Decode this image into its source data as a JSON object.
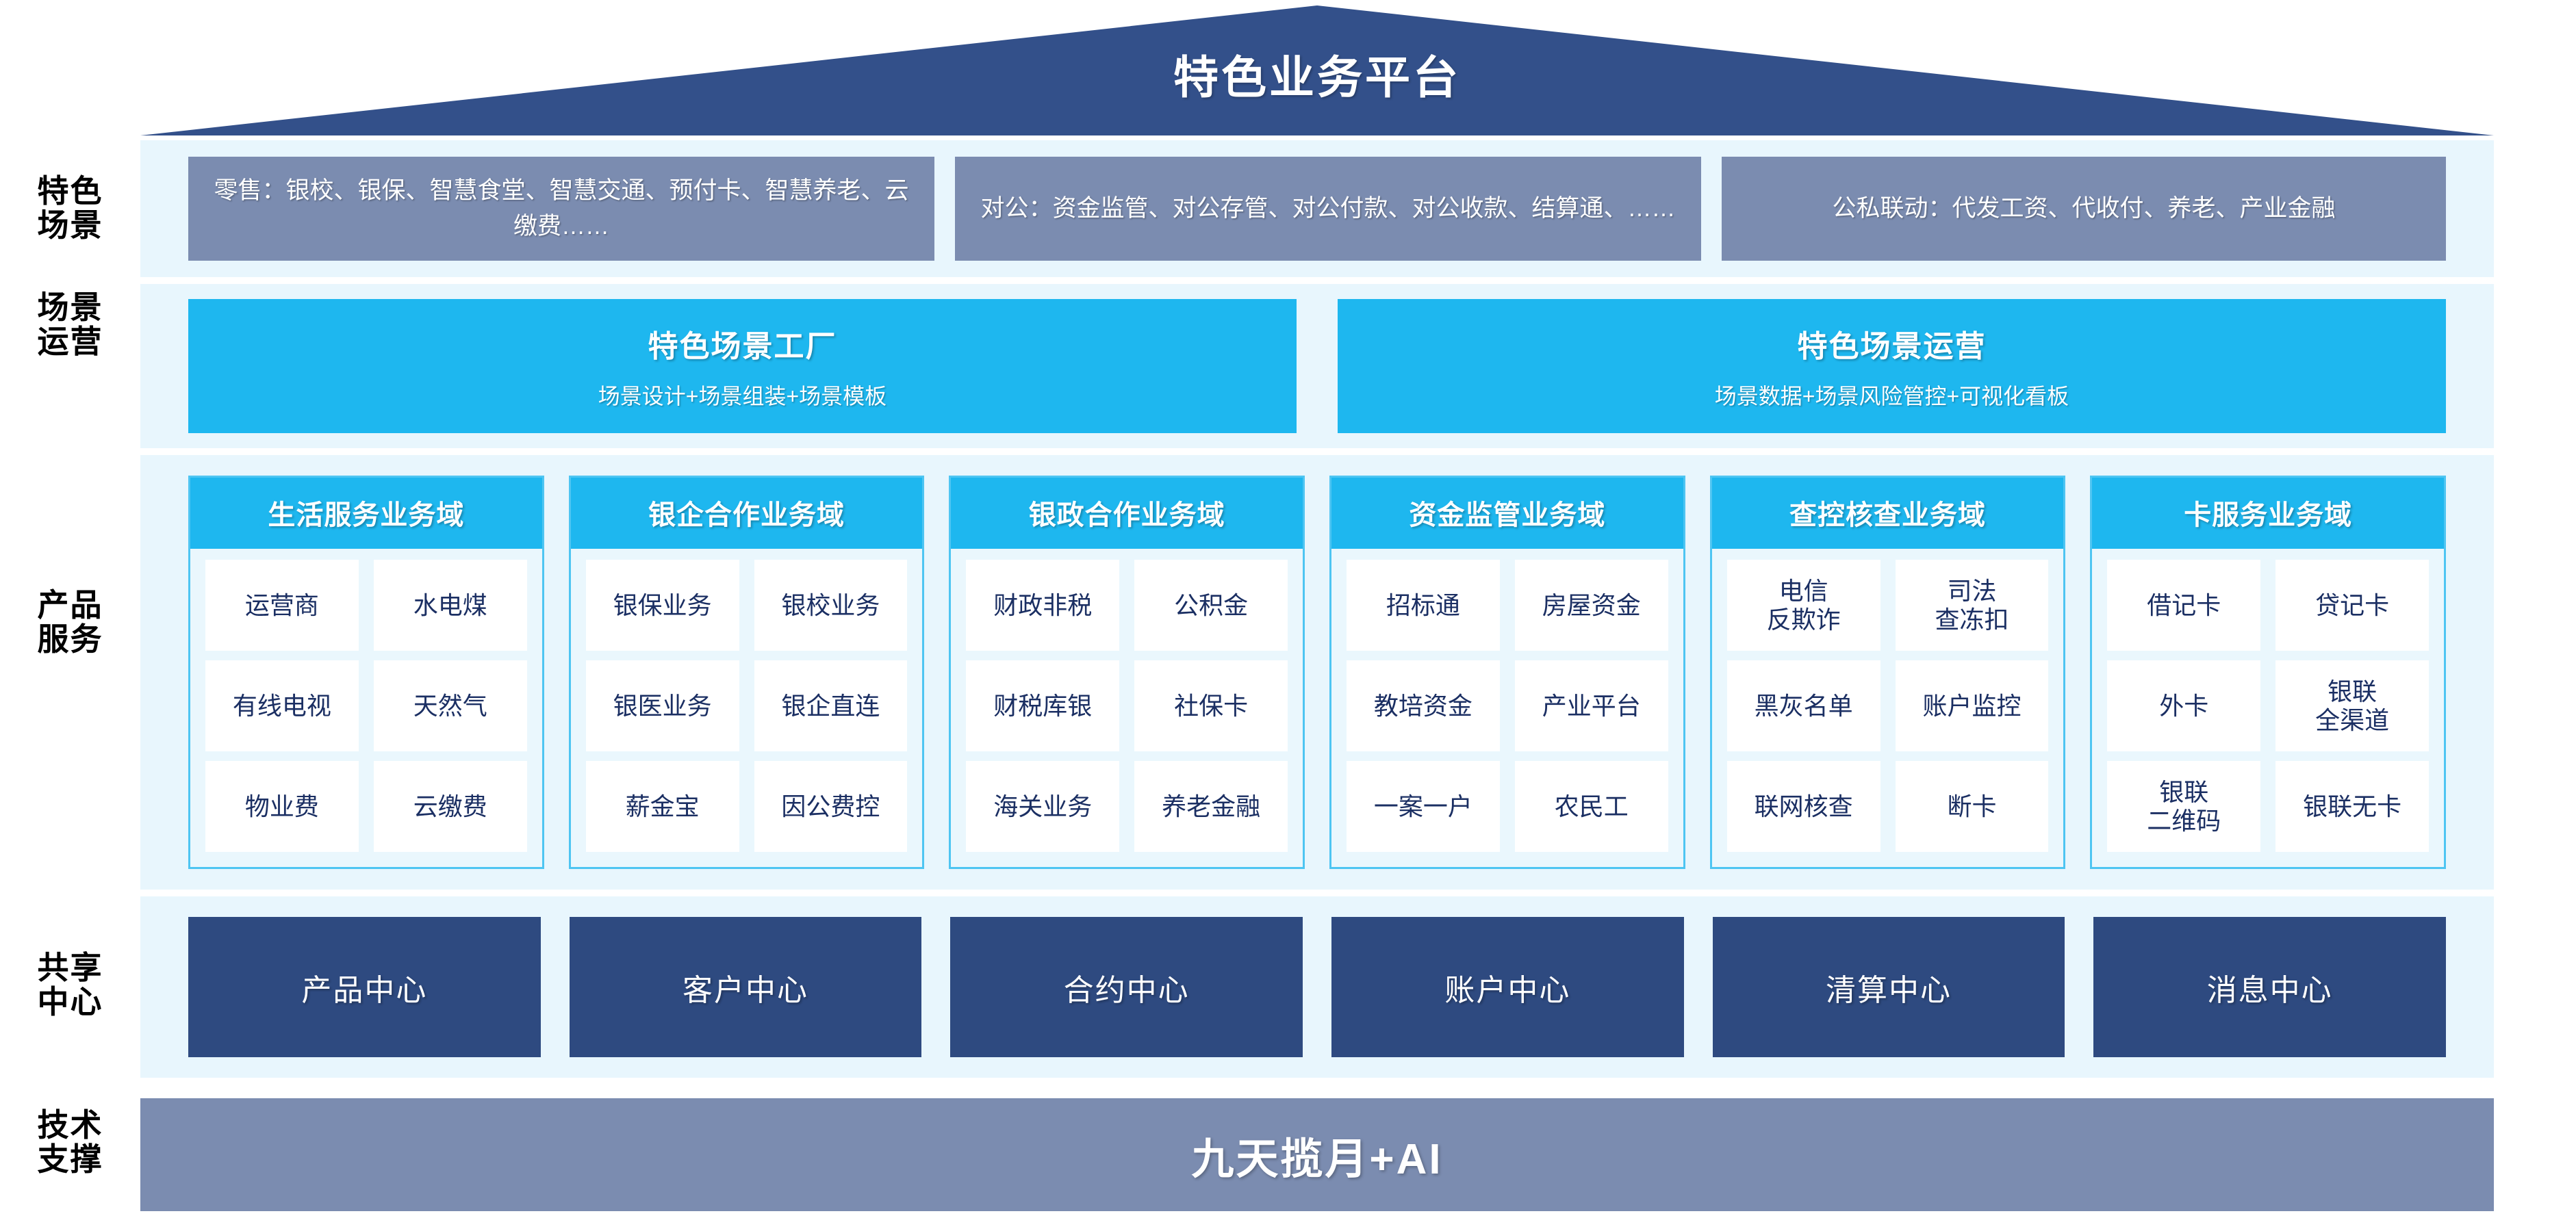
{
  "header": {
    "title": "特色业务平台",
    "banner_color": "#33508a"
  },
  "colors": {
    "band_bg": "#e8f6fd",
    "scenario_box": "#7b8cb0",
    "cyan": "#1eb7ef",
    "navy": "#2e4a80",
    "cell_text": "#1b2f63"
  },
  "rows": {
    "scenario": {
      "label": "特色\n场景",
      "label_line1": "特色",
      "label_line2": "场景",
      "boxes": [
        "零售：银校、银保、智慧食堂、智慧交通、预付卡、智慧养老、云缴费……",
        "对公：资金监管、对公存管、对公付款、对公收款、结算通、……",
        "公私联动：代发工资、代收付、养老、产业金融"
      ]
    },
    "operation": {
      "label_line1": "场景",
      "label_line2": "运营",
      "boxes": [
        {
          "title": "特色场景工厂",
          "sub": "场景设计+场景组装+场景模板"
        },
        {
          "title": "特色场景运营",
          "sub": "场景数据+场景风险管控+可视化看板"
        }
      ]
    },
    "product": {
      "label_line1": "产品",
      "label_line2": "服务",
      "columns": [
        {
          "title": "生活服务业务域",
          "cells": [
            [
              "运营商",
              "水电煤"
            ],
            [
              "有线电视",
              "天然气"
            ],
            [
              "物业费",
              "云缴费"
            ]
          ]
        },
        {
          "title": "银企合作业务域",
          "cells": [
            [
              "银保业务",
              "银校业务"
            ],
            [
              "银医业务",
              "银企直连"
            ],
            [
              "薪金宝",
              "因公费控"
            ]
          ]
        },
        {
          "title": "银政合作业务域",
          "cells": [
            [
              "财政非税",
              "公积金"
            ],
            [
              "财税库银",
              "社保卡"
            ],
            [
              "海关业务",
              "养老金融"
            ]
          ]
        },
        {
          "title": "资金监管业务域",
          "cells": [
            [
              "招标通",
              "房屋资金"
            ],
            [
              "教培资金",
              "产业平台"
            ],
            [
              "一案一户",
              "农民工"
            ]
          ]
        },
        {
          "title": "查控核查业务域",
          "cells": [
            [
              "电信\n反欺诈",
              "司法\n查冻扣"
            ],
            [
              "黑灰名单",
              "账户监控"
            ],
            [
              "联网核查",
              "断卡"
            ]
          ]
        },
        {
          "title": "卡服务业务域",
          "cells": [
            [
              "借记卡",
              "贷记卡"
            ],
            [
              "外卡",
              "银联\n全渠道"
            ],
            [
              "银联\n二维码",
              "银联无卡"
            ]
          ]
        }
      ]
    },
    "shared": {
      "label_line1": "共享",
      "label_line2": "中心",
      "boxes": [
        "产品中心",
        "客户中心",
        "合约中心",
        "账户中心",
        "清算中心",
        "消息中心"
      ]
    },
    "tech": {
      "label_line1": "技术",
      "label_line2": "支撑",
      "bar": "九天揽月+AI"
    }
  }
}
